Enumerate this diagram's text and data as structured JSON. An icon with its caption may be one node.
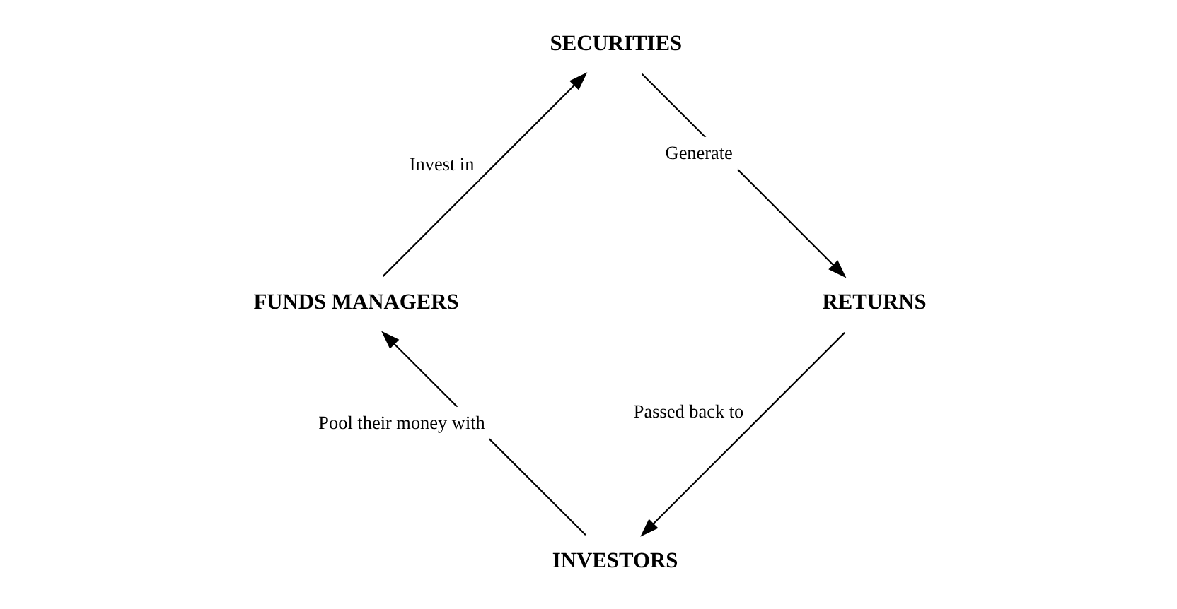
{
  "diagram": {
    "nodes": [
      {
        "text": [
          "INVESTORS"
        ]
      },
      {
        "text": [
          "FUNDS MANAGERS"
        ]
      },
      {
        "text": [
          "SECURITIES"
        ]
      },
      {
        "text": [
          "RETURNS"
        ]
      }
    ],
    "edges": [
      {
        "from": 0,
        "to": 1,
        "arrow": "to",
        "label": "Pool their money with"
      },
      {
        "from": 1,
        "to": 2,
        "arrow": "to",
        "label": "Invest in"
      },
      {
        "from": 2,
        "to": 3,
        "arrow": "to",
        "label": "Generate"
      },
      {
        "from": 3,
        "to": 0,
        "arrow": "to",
        "label": "Passed back to"
      }
    ]
  }
}
